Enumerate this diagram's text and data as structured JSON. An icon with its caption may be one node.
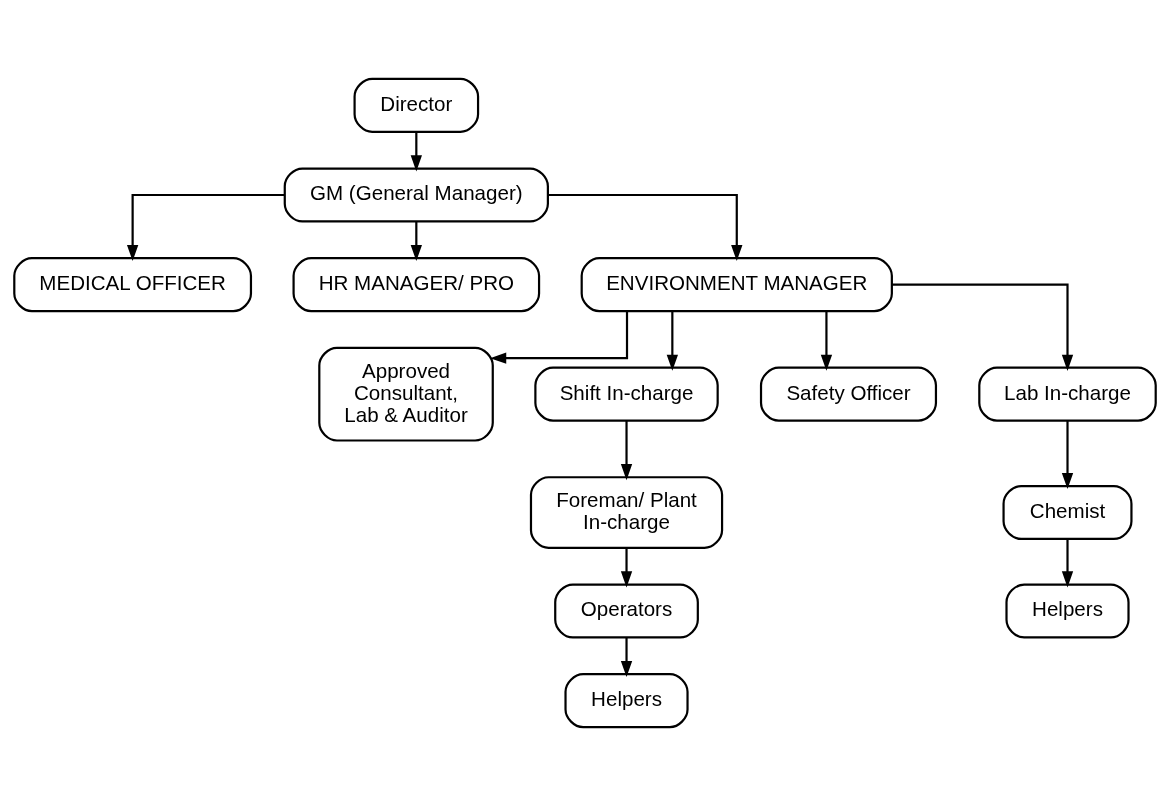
{
  "diagram": {
    "nodes": [
      {
        "text": [
          "Director"
        ]
      },
      {
        "text": [
          "GM (General Manager)"
        ]
      },
      {
        "text": [
          "MEDICAL OFFICER"
        ]
      },
      {
        "text": [
          "HR MANAGER/ PRO"
        ]
      },
      {
        "text": [
          "ENVIRONMENT MANAGER"
        ]
      },
      {
        "text": [
          "Approved Consultant, Lab & Auditor"
        ]
      },
      {
        "text": [
          "Shift In-charge"
        ]
      },
      {
        "text": [
          "Safety Officer"
        ]
      },
      {
        "text": [
          "Lab In-charge"
        ]
      },
      {
        "text": [
          "Foreman/ Plant In-charge"
        ]
      },
      {
        "text": [
          "Chemist"
        ]
      },
      {
        "text": [
          "Operators"
        ]
      },
      {
        "text": [
          "Helpers"
        ]
      },
      {
        "text": [
          "Helpers"
        ]
      }
    ],
    "edges": [
      {
        "from": 0,
        "to": 1,
        "arrow": "to"
      },
      {
        "from": 1,
        "to": 2,
        "arrow": "to"
      },
      {
        "from": 1,
        "to": 3,
        "arrow": "to"
      },
      {
        "from": 1,
        "to": 4,
        "arrow": "to"
      },
      {
        "from": 4,
        "to": 5,
        "arrow": "to"
      },
      {
        "from": 4,
        "to": 6,
        "arrow": "to"
      },
      {
        "from": 4,
        "to": 7,
        "arrow": "to"
      },
      {
        "from": 4,
        "to": 8,
        "arrow": "to"
      },
      {
        "from": 6,
        "to": 9,
        "arrow": "to"
      },
      {
        "from": 9,
        "to": 11,
        "arrow": "to"
      },
      {
        "from": 11,
        "to": 13,
        "arrow": "to"
      },
      {
        "from": 8,
        "to": 10,
        "arrow": "to"
      },
      {
        "from": 10,
        "to": 12,
        "arrow": "to"
      }
    ]
  }
}
